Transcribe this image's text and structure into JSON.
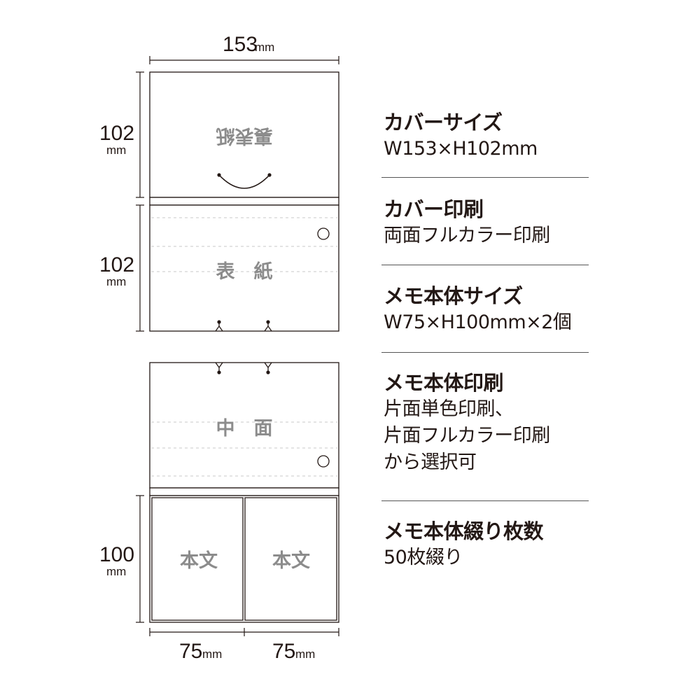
{
  "dimensions": {
    "top_width": {
      "num": "153",
      "unit": "mm"
    },
    "cover_height": {
      "num": "102",
      "unit": "mm"
    },
    "front_height": {
      "num": "102",
      "unit": "mm"
    },
    "memo_height": {
      "num": "100",
      "unit": "mm"
    },
    "left_width": {
      "num": "75",
      "unit": "mm"
    },
    "right_width": {
      "num": "75",
      "unit": "mm"
    }
  },
  "panels": {
    "back_label": "裏表紙",
    "front_label": "表　紙",
    "inside_label": "中　面",
    "body_left_label": "本文",
    "body_right_label": "本文"
  },
  "specs": [
    {
      "title": "カバーサイズ",
      "lines": [
        "W153×H102mm"
      ]
    },
    {
      "title": "カバー印刷",
      "lines": [
        "両面フルカラー印刷"
      ]
    },
    {
      "title": "メモ本体サイズ",
      "lines": [
        "W75×H100mm×2個"
      ]
    },
    {
      "title": "メモ本体印刷",
      "lines": [
        "片面単色印刷、",
        "片面フルカラー印刷",
        "から選択可"
      ]
    },
    {
      "title": "メモ本体綴り枚数",
      "lines": [
        "50枚綴り"
      ]
    }
  ],
  "colors": {
    "line": "#231815",
    "label": "#8c8c8c",
    "dash": "#c8c8c8"
  }
}
